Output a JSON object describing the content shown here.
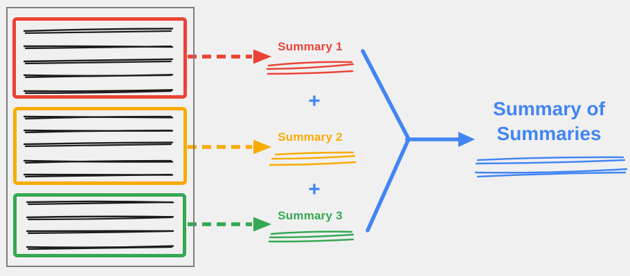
{
  "canvas": {
    "background": "#f0f0f0"
  },
  "document": {
    "border_color": "#7d7d7d",
    "ink_color": "#1c1c1c",
    "chunks": [
      {
        "color": "#ea4335",
        "text_lines": 5
      },
      {
        "color": "#f9ab00",
        "text_lines": 5
      },
      {
        "color": "#34a853",
        "text_lines": 4
      }
    ]
  },
  "summaries": [
    {
      "label": "Summary 1",
      "color": "#ea4335"
    },
    {
      "label": "Summary 2",
      "color": "#f9ab00"
    },
    {
      "label": "Summary 3",
      "color": "#34a853"
    }
  ],
  "operators": {
    "plus": "+",
    "color": "#4285f4"
  },
  "final_summary": {
    "label": "Summary of Summaries",
    "color": "#4285f4"
  }
}
